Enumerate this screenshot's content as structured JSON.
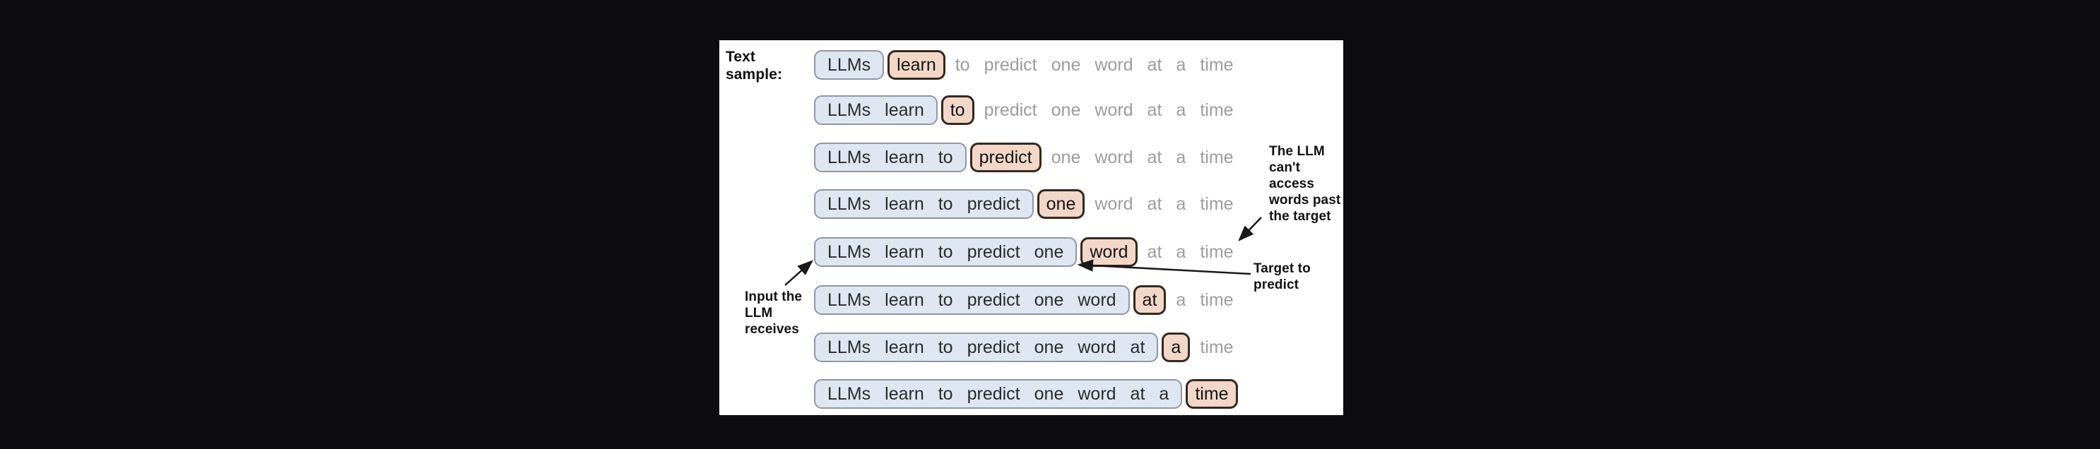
{
  "page": {
    "background": "#0d0d0f"
  },
  "panel": {
    "background": "#ffffff"
  },
  "colors": {
    "context_box_fill": "#dde6f1",
    "context_box_border": "#8e98a6",
    "target_box_fill": "#f2d7c8",
    "target_box_border": "#35281f",
    "word_text": "#2b2b2b",
    "future_word_text": "#9c9c9c",
    "label_text": "#121212",
    "arrow": "#1a1a1a"
  },
  "labels": {
    "text_sample": "Text\nsample:",
    "input_receives": "Input the\nLLM\nreceives",
    "cant_access": "The LLM\ncan't access\nwords past\nthe target",
    "target_to_predict": "Target to\npredict"
  },
  "sentence": [
    "LLMs",
    "learn",
    "to",
    "predict",
    "one",
    "word",
    "at",
    "a",
    "time"
  ],
  "rows": [
    {
      "input": [
        "LLMs"
      ],
      "target": "learn",
      "future": [
        "to",
        "predict",
        "one",
        "word",
        "at",
        "a",
        "time"
      ]
    },
    {
      "input": [
        "LLMs",
        "learn"
      ],
      "target": "to",
      "future": [
        "predict",
        "one",
        "word",
        "at",
        "a",
        "time"
      ]
    },
    {
      "input": [
        "LLMs",
        "learn",
        "to"
      ],
      "target": "predict",
      "future": [
        "one",
        "word",
        "at",
        "a",
        "time"
      ]
    },
    {
      "input": [
        "LLMs",
        "learn",
        "to",
        "predict"
      ],
      "target": "one",
      "future": [
        "word",
        "at",
        "a",
        "time"
      ]
    },
    {
      "input": [
        "LLMs",
        "learn",
        "to",
        "predict",
        "one"
      ],
      "target": "word",
      "future": [
        "at",
        "a",
        "time"
      ]
    },
    {
      "input": [
        "LLMs",
        "learn",
        "to",
        "predict",
        "one",
        "word"
      ],
      "target": "at",
      "future": [
        "a",
        "time"
      ]
    },
    {
      "input": [
        "LLMs",
        "learn",
        "to",
        "predict",
        "one",
        "word",
        "at"
      ],
      "target": "a",
      "future": [
        "time"
      ]
    },
    {
      "input": [
        "LLMs",
        "learn",
        "to",
        "predict",
        "one",
        "word",
        "at",
        "a"
      ],
      "target": "time",
      "future": []
    }
  ]
}
